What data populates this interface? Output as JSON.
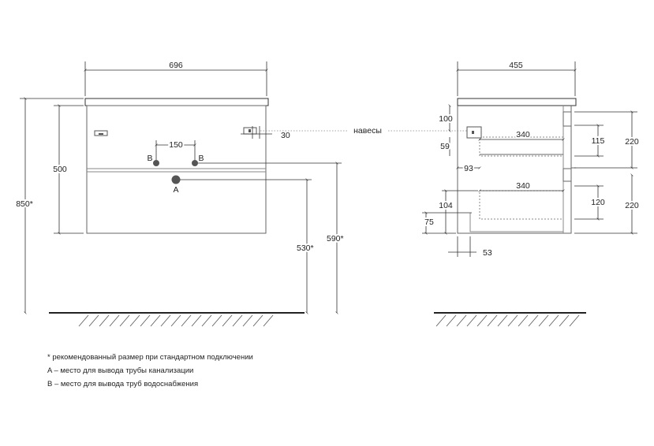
{
  "dimensions": {
    "front_width": "696",
    "front_height": "500",
    "total_height": "850*",
    "pipe_spacing": "150",
    "hinge_offset": "30",
    "pipe_a_height": "530*",
    "pipe_b_height": "590*",
    "side_depth": "455",
    "hinge_top": "100",
    "drawer_depth_top": "340",
    "drawer_depth_bottom": "340",
    "drawer_inner_top": "115",
    "drawer_inner_bottom": "120",
    "drawer_front_top": "220",
    "drawer_front_bottom": "220",
    "cutout_top": "59",
    "cutout_depth": "93",
    "cutout_upper": "104",
    "cutout_lower": "75",
    "wall_offset": "53"
  },
  "labels": {
    "hinges": "навесы",
    "point_a": "A",
    "point_b_left": "B",
    "point_b_right": "B"
  },
  "notes": [
    "* рекомендованный размер при стандартном подключении",
    "A – место для вывода трубы канализации",
    "B – место для вывода труб водоснабжения"
  ]
}
